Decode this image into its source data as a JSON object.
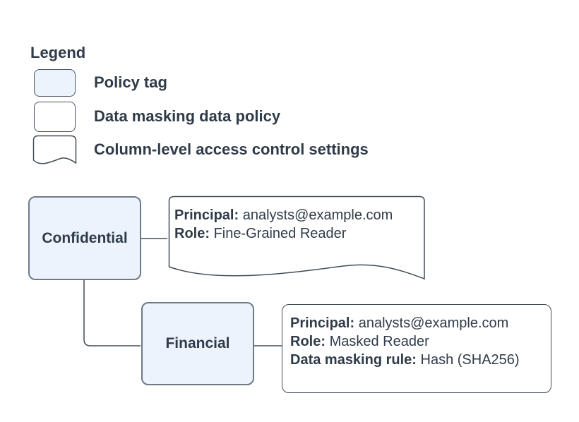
{
  "colors": {
    "background": "#ffffff",
    "policy_tag_fill": "#edf3fc",
    "policy_tag_border": "#6f7a89",
    "shape_border": "#424c59",
    "text": "#303b49"
  },
  "legend": {
    "title": "Legend",
    "items": [
      {
        "swatch": "policy-tag",
        "label": "Policy tag"
      },
      {
        "swatch": "data-masking-data-policy",
        "label": "Data masking data policy"
      },
      {
        "swatch": "column-level-access-control",
        "label": "Column-level access control settings"
      }
    ]
  },
  "nodes": {
    "confidential": {
      "label": "Confidential"
    },
    "financial": {
      "label": "Financial"
    }
  },
  "callouts": {
    "access_control": {
      "lines": [
        {
          "label": "Principal:",
          "value": "analysts@example.com"
        },
        {
          "label": "Role:",
          "value": "Fine-Grained Reader"
        }
      ]
    },
    "masking_policy": {
      "lines": [
        {
          "label": "Principal:",
          "value": "analysts@example.com"
        },
        {
          "label": "Role:",
          "value": "Masked Reader"
        },
        {
          "label": "Data masking rule:",
          "value": "Hash (SHA256)"
        }
      ]
    }
  }
}
